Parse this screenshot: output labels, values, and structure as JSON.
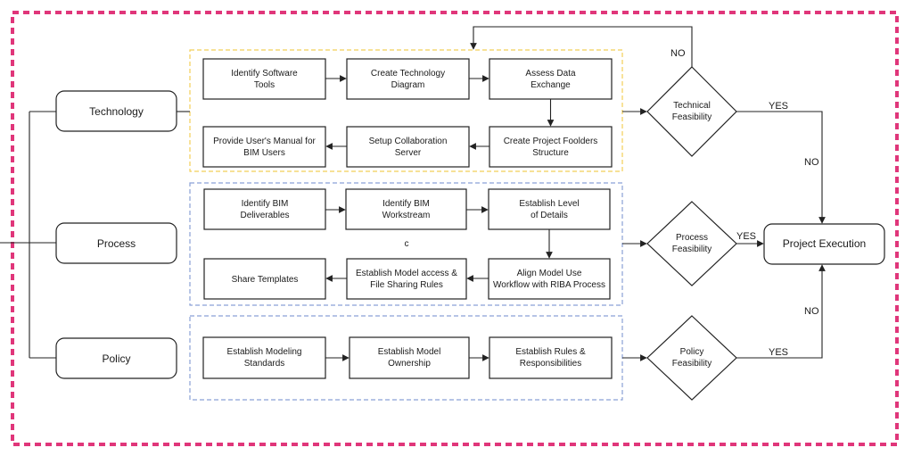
{
  "categories": {
    "technology": "Technology",
    "process": "Process",
    "policy": "Policy"
  },
  "technology_steps": {
    "identify_software": [
      "Identify Software",
      "Tools"
    ],
    "create_tech_diagram": [
      "Create Technology",
      "Diagram"
    ],
    "assess_data": [
      "Assess Data",
      "Exchange"
    ],
    "create_folders": [
      "Create Project Foolders",
      "Structure"
    ],
    "setup_server": [
      "Setup Collaboration",
      "Server"
    ],
    "provide_manual": [
      "Provide User's Manual for",
      "BIM Users"
    ]
  },
  "process_steps": {
    "identify_deliverables": [
      "Identify BIM",
      "Deliverables"
    ],
    "identify_workstream": [
      "Identify BIM",
      "Workstream"
    ],
    "establish_lod": [
      "Establish Level",
      "of Details"
    ],
    "align_model": [
      "Align Model Use",
      "Workflow with RIBA Process"
    ],
    "establish_access": [
      "Establish Model access &",
      "File Sharing Rules"
    ],
    "share_templates": [
      "Share Templates"
    ],
    "stray_mark": "c"
  },
  "policy_steps": {
    "modeling_standards": [
      "Establish Modeling",
      "Standards"
    ],
    "model_ownership": [
      "Establish Model",
      "Ownership"
    ],
    "rules_responsibilities": [
      "Establish Rules &",
      "Responsibilities"
    ]
  },
  "decisions": {
    "technical": [
      "Technical",
      "Feasibility"
    ],
    "process": [
      "Process",
      "Feasibility"
    ],
    "policy": [
      "Policy",
      "Feasibility"
    ]
  },
  "outcome": "Project Execution",
  "edge_labels": {
    "tech_no_top": "NO",
    "tech_yes": "YES",
    "tech_no_side": "NO",
    "process_yes": "YES",
    "policy_no": "NO",
    "policy_yes": "YES"
  },
  "colors": {
    "outer_border": "#e0367a",
    "technology_group": "#f2cf57",
    "process_group": "#8aa0d6",
    "policy_group": "#8aa0d6",
    "stroke": "#222222"
  }
}
